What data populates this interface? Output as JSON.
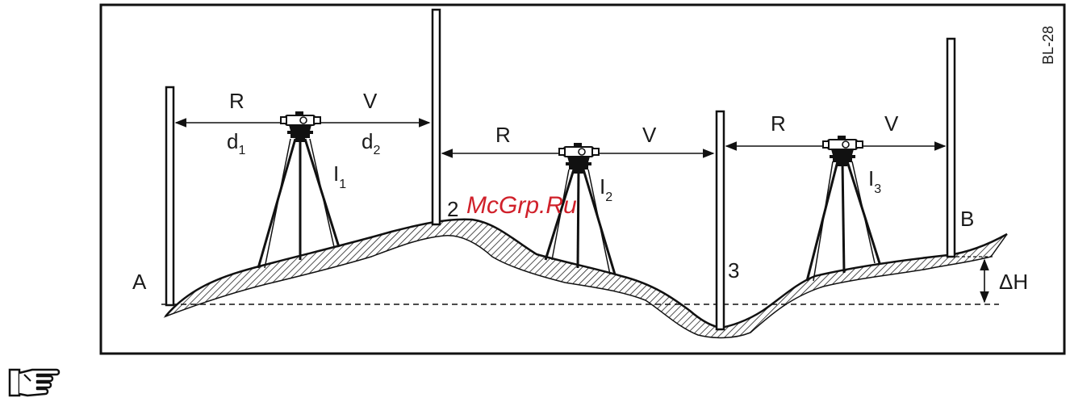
{
  "figure_code": "BL-28",
  "watermark": "McGrp.Ru",
  "points": {
    "a": "A",
    "b": "B",
    "two": "2",
    "three": "3"
  },
  "delta_h": "ΔH",
  "setups": [
    {
      "r": "R",
      "v": "V",
      "instrument": "I",
      "instrument_sub": "1",
      "d_left": "d",
      "d_left_sub": "1",
      "d_right": "d",
      "d_right_sub": "2"
    },
    {
      "r": "R",
      "v": "V",
      "instrument": "I",
      "instrument_sub": "2"
    },
    {
      "r": "R",
      "v": "V",
      "instrument": "I",
      "instrument_sub": "3"
    }
  ],
  "note_icon": "pointing-hand-icon"
}
